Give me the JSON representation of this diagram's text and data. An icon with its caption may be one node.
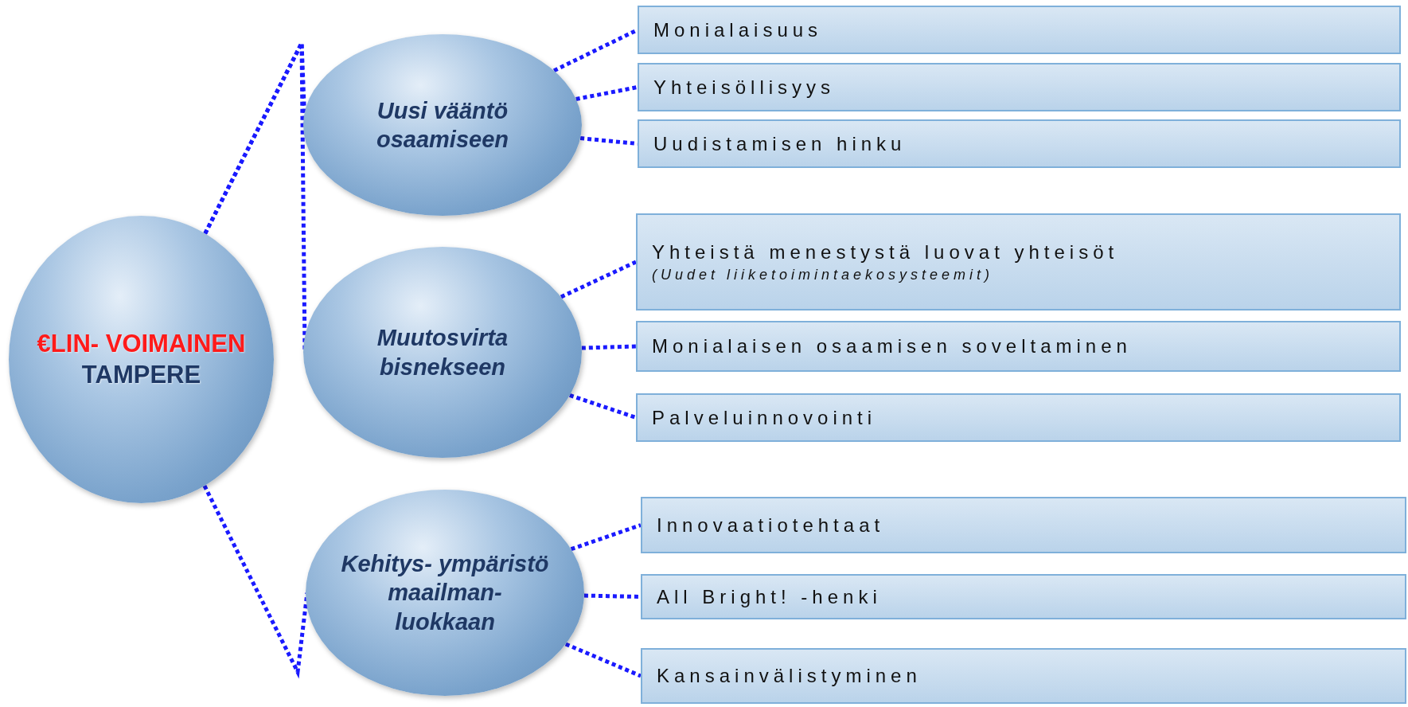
{
  "diagram": {
    "nodes": [
      {
        "text": [
          "€LIN- VOIMAINEN",
          "TAMPERE"
        ]
      },
      {
        "text": [
          "Uusi vääntö osaamiseen"
        ]
      },
      {
        "text": [
          "Muutosvirta bisnekseen"
        ]
      },
      {
        "text": [
          "Kehitys- ympäristö maailman- luokkaan"
        ]
      },
      {
        "text": [
          "Monialaisuus"
        ]
      },
      {
        "text": [
          "Yhteisöllisyys"
        ]
      },
      {
        "text": [
          "Uudistamisen hinku"
        ]
      },
      {
        "text": [
          "Yhteistä menestystä luovat yhteisöt",
          "(Uudet liiketoimintaekosysteemit)"
        ]
      },
      {
        "text": [
          "Monialaisen osaamisen soveltaminen"
        ]
      },
      {
        "text": [
          "Palveluinnovointi"
        ]
      },
      {
        "text": [
          "Innovaatiotehtaat"
        ]
      },
      {
        "text": [
          "All Bright! -henki"
        ]
      },
      {
        "text": [
          "Kansainvälistyminen"
        ]
      }
    ],
    "edges": [
      {
        "from": 0,
        "to": 1,
        "arrow": "none"
      },
      {
        "from": 0,
        "to": 2,
        "arrow": "none"
      },
      {
        "from": 0,
        "to": 3,
        "arrow": "none"
      },
      {
        "from": 1,
        "to": 4,
        "arrow": "none"
      },
      {
        "from": 1,
        "to": 5,
        "arrow": "none"
      },
      {
        "from": 1,
        "to": 6,
        "arrow": "none"
      },
      {
        "from": 2,
        "to": 7,
        "arrow": "none"
      },
      {
        "from": 2,
        "to": 8,
        "arrow": "none"
      },
      {
        "from": 2,
        "to": 9,
        "arrow": "none"
      },
      {
        "from": 3,
        "to": 10,
        "arrow": "none"
      },
      {
        "from": 3,
        "to": 11,
        "arrow": "none"
      },
      {
        "from": 3,
        "to": 12,
        "arrow": "none"
      }
    ]
  }
}
